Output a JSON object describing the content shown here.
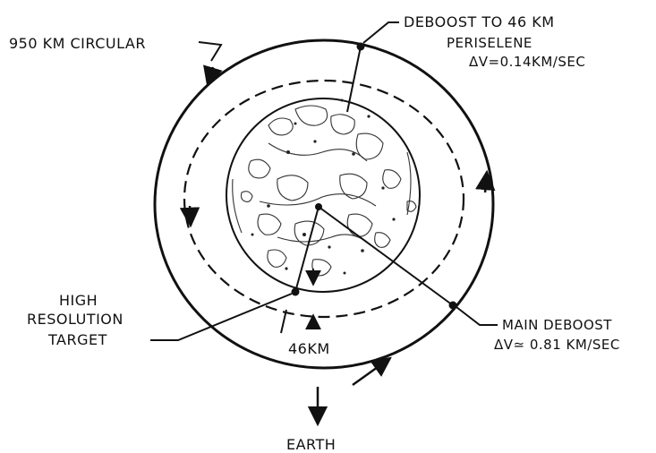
{
  "labels": {
    "circular_orbit": "950 KM CIRCULAR",
    "deboost_line1": "DEBOOST TO 46 KM",
    "deboost_line2": "PERISELENE",
    "deboost_line3": "ΔV=0.14KM/SEC",
    "target_line1": "HIGH",
    "target_line2": "RESOLUTION",
    "target_line3": "TARGET",
    "altitude": "46KM",
    "main_deboost_line1": "MAIN DEBOOST",
    "main_deboost_line2": "ΔV≃ 0.81 KM/SEC",
    "earth": "EARTH"
  },
  "colors": {
    "ink": "#111111",
    "moon_fill": "#ffffff"
  },
  "icons": {
    "direction_arrow": "arrow-icon",
    "earth_direction": "down-arrow-icon"
  }
}
